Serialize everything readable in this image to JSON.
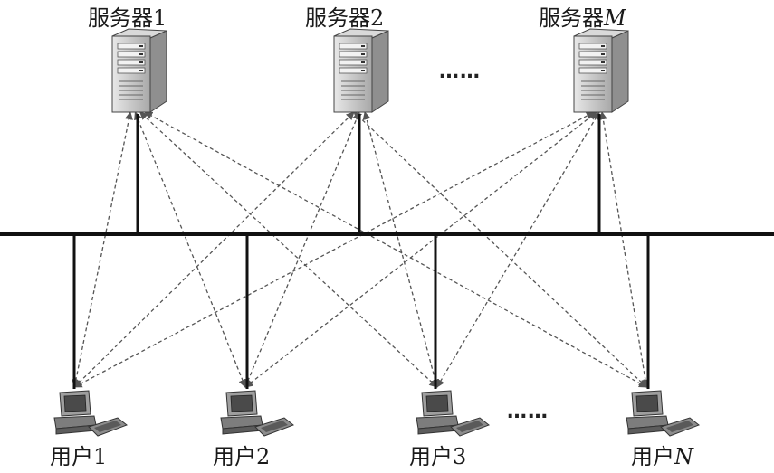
{
  "servers": [
    {
      "label": "服务器",
      "suffix": "1",
      "italic": false
    },
    {
      "label": "服务器",
      "suffix": "2",
      "italic": false
    },
    {
      "label": "服务器",
      "suffix": "M",
      "italic": true
    }
  ],
  "users": [
    {
      "label": "用户",
      "suffix": "1",
      "italic": false
    },
    {
      "label": "用户",
      "suffix": "2",
      "italic": false
    },
    {
      "label": "用户",
      "suffix": "3",
      "italic": false
    },
    {
      "label": "用户",
      "suffix": "N",
      "italic": true
    }
  ],
  "ellipsis": "……",
  "links": [
    [
      0,
      0
    ],
    [
      0,
      1
    ],
    [
      0,
      2
    ],
    [
      1,
      0
    ],
    [
      1,
      1
    ],
    [
      1,
      2
    ],
    [
      2,
      0
    ],
    [
      2,
      1
    ],
    [
      2,
      2
    ],
    [
      3,
      0
    ],
    [
      3,
      1
    ],
    [
      3,
      2
    ]
  ],
  "colors": {
    "bus": "#111111",
    "dashed": "#555555",
    "server": "#bdbdbd",
    "user": "#8a8a8a"
  }
}
